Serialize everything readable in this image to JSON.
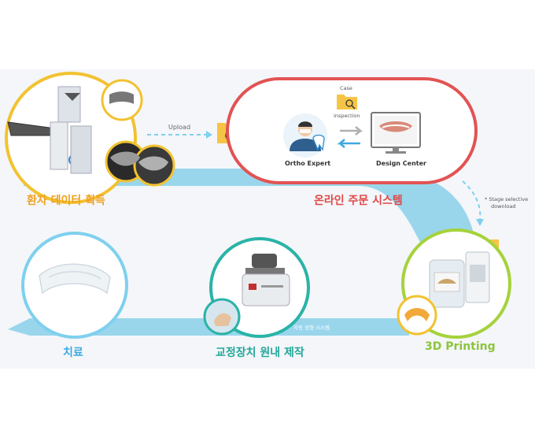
{
  "labels": {
    "patient_data": "환자 데이터 획득",
    "online_order": "온라인 주문 시스템",
    "printing": "3D Printing",
    "appliance": "교정장치 원내 제작",
    "treatment": "치료",
    "upload": "Upload",
    "case_inspection_1": "Case",
    "case_inspection_2": "inspection",
    "ortho_expert": "Ortho Expert",
    "design_center": "Design Center",
    "stage_download_1": "* Stage selective",
    "stage_download_2": "download",
    "forming_system": "자동 성형 시스템"
  },
  "colors": {
    "ribbon": "#8fd3ea",
    "yellow": "#f2c230",
    "red": "#e25353",
    "green": "#a5d23c",
    "teal": "#2bb3a7",
    "sky": "#7fd0ee",
    "folder": "#f6c445",
    "orange_text": "#f0a020",
    "red_text": "#e04848",
    "green_text": "#8cc43c",
    "teal_text": "#23a79a",
    "blue_text": "#3fa9e0"
  },
  "icons": [
    "scanner-icon",
    "upload-folder-icon",
    "search-folder-icon",
    "doctor-icon",
    "tooth-icon",
    "monitor-icon",
    "exchange-arrows-icon",
    "download-folder-icon",
    "printer-icon",
    "forming-machine-icon",
    "aligner-icon"
  ]
}
